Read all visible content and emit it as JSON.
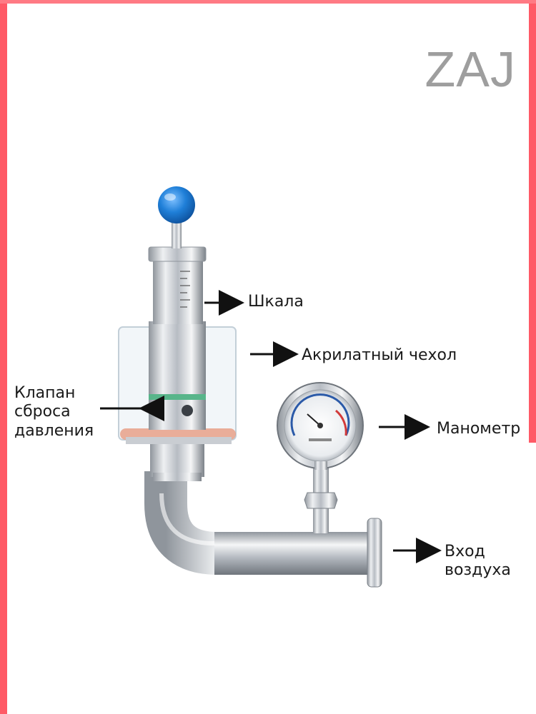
{
  "brand": "ZAJ",
  "labels": {
    "scale": "Шкала",
    "cover": "Акрилатный чехол",
    "relief_valve": "Клапан\nсброса\nдавления",
    "gauge": "Манометр",
    "air_inlet": "Вход\nвоздуха"
  },
  "colors": {
    "border": "#ff5a66",
    "knob": "#1f7fd8",
    "steel": "#c8ccd2",
    "seal": "#e8a088",
    "green_ring": "#58b58a"
  }
}
